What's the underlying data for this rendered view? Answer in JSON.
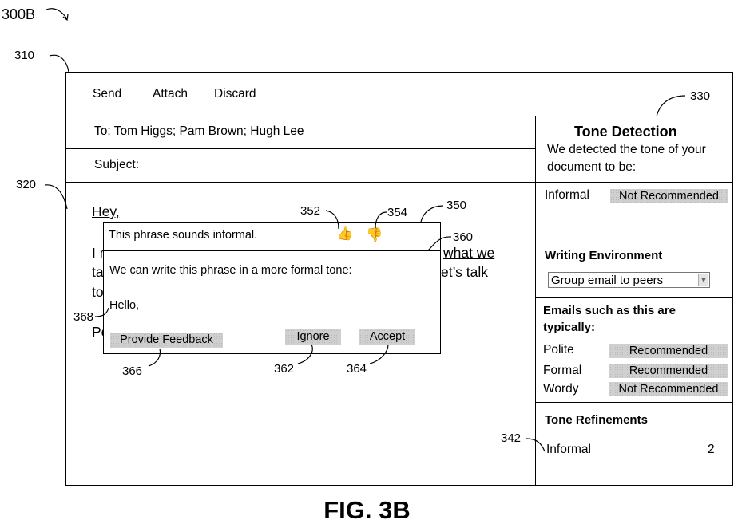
{
  "figure_label": "300B",
  "figure_caption": "FIG. 3B",
  "refs": {
    "r310": "310",
    "r320": "320",
    "r330": "330",
    "r342": "342",
    "r350": "350",
    "r352": "352",
    "r354": "354",
    "r360": "360",
    "r362": "362",
    "r364": "364",
    "r366": "366",
    "r368": "368"
  },
  "toolbar": {
    "send": "Send",
    "attach": "Attach",
    "discard": "Discard"
  },
  "email": {
    "to": "To:  Tom Higgs; Pam Brown; Hugh Lee",
    "subject": "Subject:",
    "greeting": "Hey,",
    "body_line1_start": "I r",
    "body_line1_end": "what we",
    "body_line2_start": "ta",
    "body_line2_end": "et’s  talk",
    "body_line3_start": "to",
    "body_line4_start": "Pe"
  },
  "popup": {
    "header": "This phrase sounds informal.",
    "message": "We can write this phrase in a more formal tone:",
    "suggestion": "Hello,",
    "feedback_button": "Provide Feedback",
    "ignore_button": "Ignore",
    "accept_button": "Accept",
    "thumbs_up_icon": "thumbs-up-icon",
    "thumbs_down_icon": "thumbs-down-icon",
    "thumbs_up_glyph": "👍",
    "thumbs_down_glyph": "👎"
  },
  "sidebar": {
    "title": "Tone Detection",
    "intro_line1": "We detected the tone of your",
    "intro_line2": "document to be:",
    "detected_tone": "Informal",
    "detected_status": "Not Recommended",
    "env_heading": "Writing Environment",
    "env_value": "Group email to peers",
    "typical_heading_line1": "Emails such as this are",
    "typical_heading_line2": "typically:",
    "typical": [
      {
        "label": "Polite",
        "status": "Recommended"
      },
      {
        "label": "Formal",
        "status": "Recommended"
      },
      {
        "label": "Wordy",
        "status": "Not Recommended"
      }
    ],
    "refinements_heading": "Tone Refinements",
    "refinements": [
      {
        "label": "Informal",
        "count": "2"
      }
    ]
  }
}
